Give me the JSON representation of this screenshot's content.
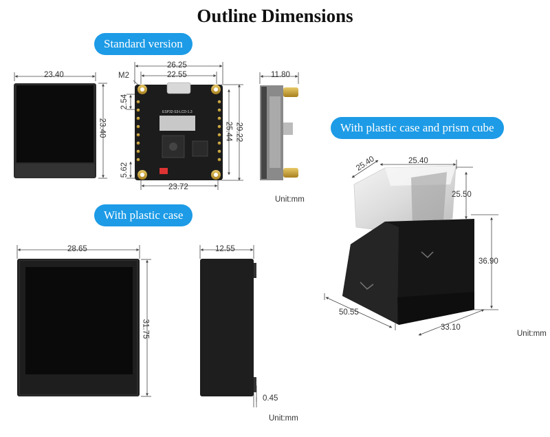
{
  "title": "Outline Dimensions",
  "sections": {
    "standard": "Standard version",
    "plastic": "With plastic case",
    "prism": "With plastic case and prism cube"
  },
  "board_label": "ESP32-S3-LCD-1.3",
  "dims": {
    "std_width": "23.40",
    "std_height": "23.40",
    "pcb_width_outer": "26.25",
    "pcb_width_inner": "22.55",
    "pcb_hole": "M2",
    "pcb_pitch_top": "2.54",
    "pcb_height_inner": "25.44",
    "pcb_height_outer": "29.22",
    "pcb_bottom_offset": "5.62",
    "pcb_bottom_width": "23.72",
    "side_depth": "11.80",
    "case_width": "28.65",
    "case_height": "31.75",
    "case_depth": "12.55",
    "case_gap": "0.45",
    "prism_depth": "25.40",
    "prism_width": "25.40",
    "prism_height": "25.50",
    "stand_height": "36.90",
    "stand_depth": "50.55",
    "stand_width": "33.10"
  },
  "units": {
    "std": "Unit:mm",
    "case": "Unit:mm",
    "prism": "Unit:mm"
  },
  "colors": {
    "accent": "#1d9be6",
    "body": "#1a1a1a",
    "gold": "#c9a23a"
  }
}
